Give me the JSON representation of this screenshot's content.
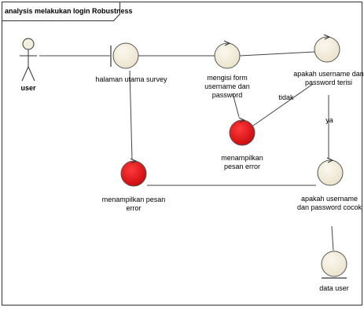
{
  "diagram": {
    "title": "analysis melakukan login Robustness",
    "nodes": {
      "user": {
        "label": "user",
        "kind": "actor"
      },
      "halaman": {
        "label": "halaman utama survey",
        "kind": "boundary"
      },
      "mengisi": {
        "label": "mengisi form username dan password",
        "kind": "control"
      },
      "apakah_terisi": {
        "label": "apakah username dan password terisi",
        "kind": "control"
      },
      "error_mid": {
        "label": "menampilkan pesan error",
        "kind": "control-highlight"
      },
      "error_left": {
        "label": "menampilkan pesan error",
        "kind": "control-highlight"
      },
      "apakah_cocok": {
        "label": "apakah username dan password cocok",
        "kind": "control"
      },
      "data_user": {
        "label": "data user",
        "kind": "entity"
      }
    },
    "edges": [
      {
        "from": "user",
        "to": "halaman",
        "label": ""
      },
      {
        "from": "halaman",
        "to": "mengisi",
        "label": ""
      },
      {
        "from": "mengisi",
        "to": "apakah_terisi",
        "label": ""
      },
      {
        "from": "apakah_terisi",
        "to": "error_mid",
        "label": "tidak"
      },
      {
        "from": "mengisi",
        "to": "error_mid",
        "label": ""
      },
      {
        "from": "apakah_terisi",
        "to": "apakah_cocok",
        "label": "ya"
      },
      {
        "from": "apakah_cocok",
        "to": "error_left",
        "label": ""
      },
      {
        "from": "halaman",
        "to": "error_left",
        "label": ""
      },
      {
        "from": "apakah_cocok",
        "to": "data_user",
        "label": ""
      }
    ],
    "colors": {
      "control_fill": "#f3eedd",
      "highlight_fill": "#e8141b",
      "stroke": "#333333"
    }
  }
}
